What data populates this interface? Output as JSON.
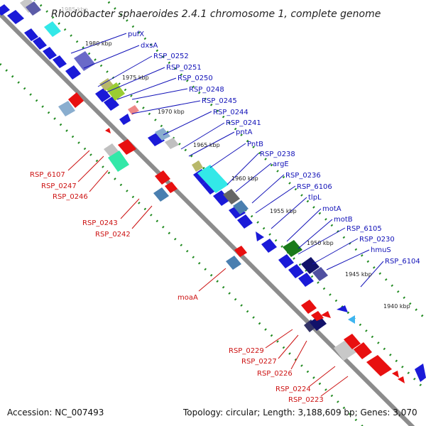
{
  "title": "Rhodobacter sphaeroides 2.4.1 chromosome 1, complete genome",
  "footer": {
    "accession": "Accession: NC_007493",
    "topology": "Topology: circular; Length: 3,188,609 bp; Genes: 3,070"
  },
  "colors": {
    "forward_label": "#1212b8",
    "reverse_label": "#cc1111",
    "backbone": "#8c8c8c",
    "dots": "#1f8a1f"
  },
  "ticks": [
    "1985 kbp",
    "1980 kbp",
    "1975 kbp",
    "1970 kbp",
    "1965 kbp",
    "1960 kbp",
    "1955 kbp",
    "1950 kbp",
    "1945 kbp",
    "1940 kbp"
  ],
  "forward_labels": [
    "pufX",
    "dxsA",
    "RSP_0252",
    "RSP_0251",
    "RSP_0250",
    "RSP_0248",
    "RSP_0245",
    "RSP_0244",
    "RSP_0241",
    "pntA",
    "PntB",
    "RSP_0238",
    "argE",
    "RSP_0236",
    "RSP_6106",
    "tlpL",
    "motA",
    "motB",
    "RSP_6105",
    "RSP_0230",
    "hmuS",
    "RSP_6104"
  ],
  "reverse_labels": [
    "RSP_6107",
    "RSP_0247",
    "RSP_0246",
    "RSP_0243",
    "RSP_0242",
    "moaA",
    "RSP_0229",
    "RSP_0227",
    "RSP_0226",
    "RSP_0224",
    "RSP_0223"
  ]
}
